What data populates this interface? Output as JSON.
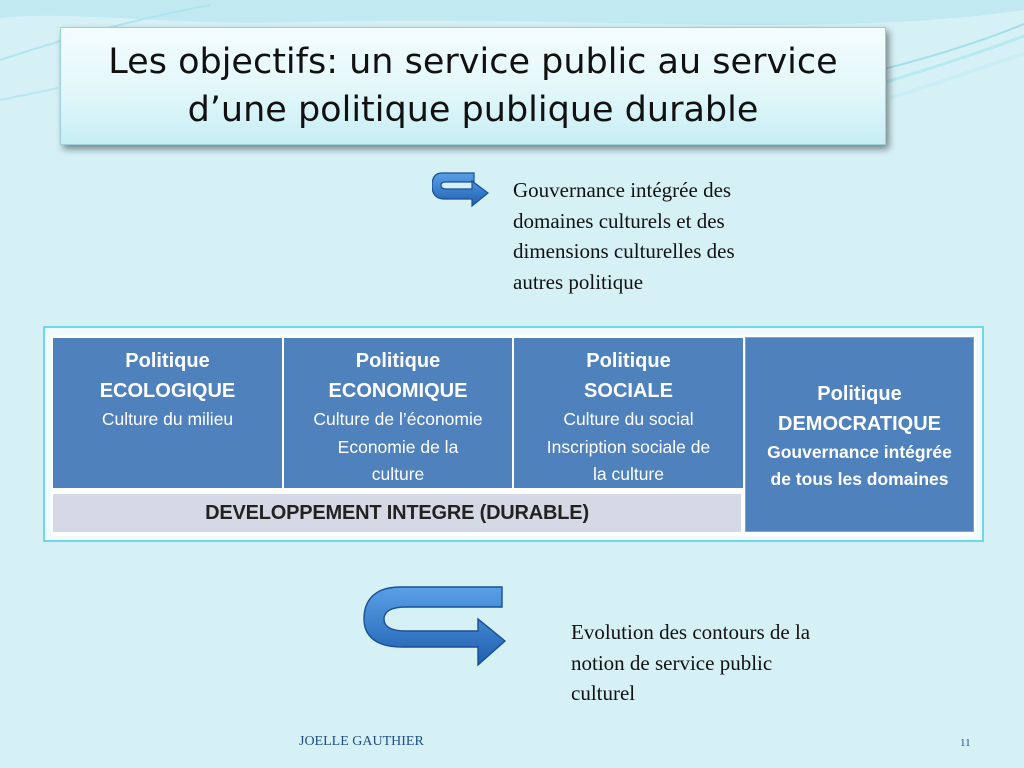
{
  "slide": {
    "title_lines": [
      "Les objectifs: un service public au service",
      "d’une politique publique durable"
    ]
  },
  "note_top": {
    "lines": [
      "Gouvernance intégrée des",
      "domaines culturels et des",
      "dimensions culturelles des",
      "autres politique"
    ]
  },
  "table": {
    "columns": [
      {
        "heading": [
          "Politique",
          "ECOLOGIQUE"
        ],
        "lines": [
          "Culture du milieu"
        ]
      },
      {
        "heading": [
          "Politique",
          "ECONOMIQUE"
        ],
        "lines": [
          "Culture de l’économie",
          "Economie de la",
          "culture"
        ]
      },
      {
        "heading": [
          "Politique",
          "SOCIALE"
        ],
        "lines": [
          "Culture du social",
          "Inscription sociale de",
          "la culture"
        ]
      }
    ],
    "democratic": {
      "heading": [
        "Politique",
        "DEMOCRATIQUE"
      ],
      "lines": [
        "Gouvernance intégrée",
        "de tous les domaines"
      ]
    },
    "bottom_bar": "DEVELOPPEMENT INTEGRE (DURABLE)"
  },
  "note_bottom": {
    "lines": [
      "Evolution des contours de la",
      "notion de service public",
      "culturel"
    ]
  },
  "footer": {
    "author": "JOELLE GAUTHIER",
    "page_number": "11"
  },
  "colors": {
    "background": "#d6f1f6",
    "cell_blue": "#4f81bd",
    "bar_grey": "#d5d9e5",
    "frame_cyan": "#6fd7ec",
    "footer_text": "#1f4e86",
    "arrow_blue": "#2f75c4"
  },
  "icons": [
    "u-turn-arrow-icon",
    "u-turn-arrow-icon"
  ]
}
